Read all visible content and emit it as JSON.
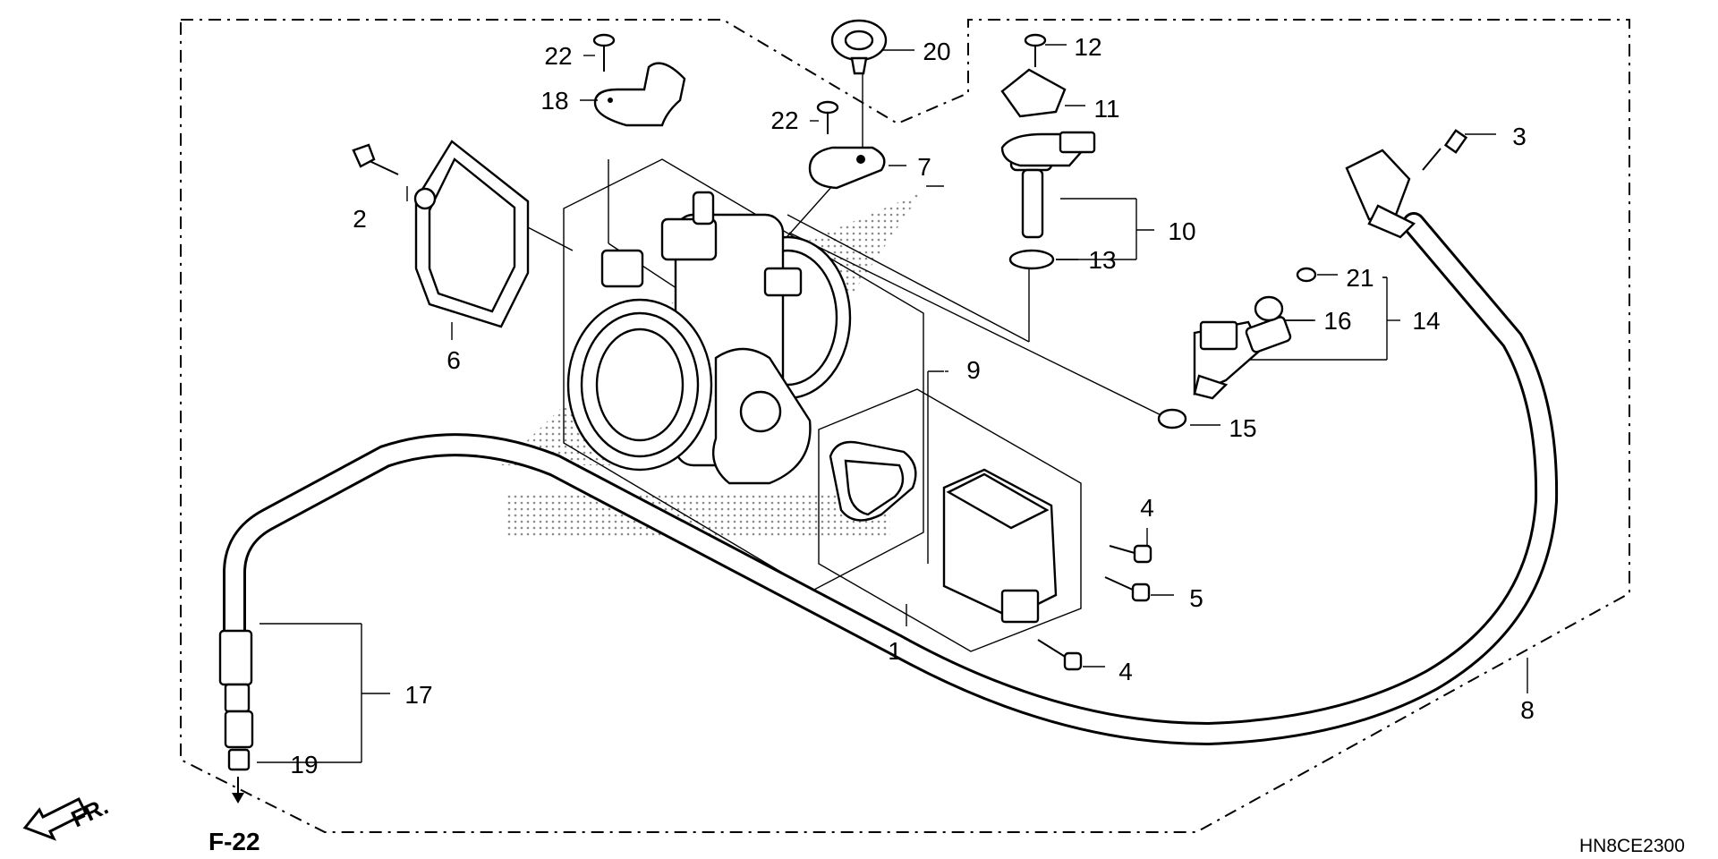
{
  "callouts": {
    "c1": "1",
    "c2": "2",
    "c3": "3",
    "c4a": "4",
    "c4b": "4",
    "c5": "5",
    "c6": "6",
    "c7": "7",
    "c8": "8",
    "c9": "9",
    "c10": "10",
    "c11": "11",
    "c12": "12",
    "c13": "13",
    "c14": "14",
    "c15": "15",
    "c16": "16",
    "c17": "17",
    "c18": "18",
    "c19": "19",
    "c20": "20",
    "c21": "21",
    "c22a": "22",
    "c22b": "22"
  },
  "direction_label": "FR.",
  "reference": "F-22",
  "diagram_code": "HN8CE2300"
}
